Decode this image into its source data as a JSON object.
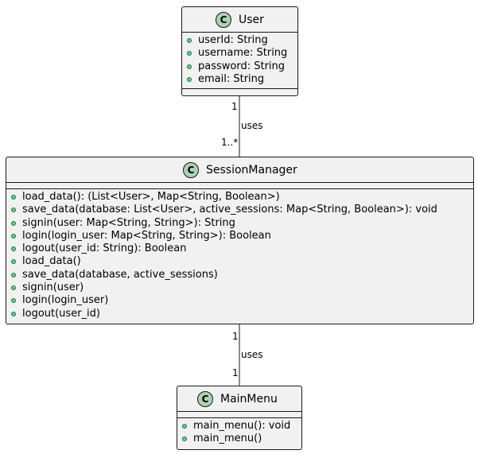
{
  "classes": {
    "user": {
      "stereotype": "C",
      "name": "User",
      "attributes": [
        "userId: String",
        "username: String",
        "password: String",
        "email: String"
      ],
      "methods": []
    },
    "session_manager": {
      "stereotype": "C",
      "name": "SessionManager",
      "attributes": [],
      "methods": [
        "load_data(): (List<User>, Map<String, Boolean>)",
        "save_data(database: List<User>, active_sessions: Map<String, Boolean>): void",
        "signin(user: Map<String, String>): String",
        "login(login_user: Map<String, String>): Boolean",
        "logout(user_id: String): Boolean",
        "load_data()",
        "save_data(database, active_sessions)",
        "signin(user)",
        "login(login_user)",
        "logout(user_id)"
      ]
    },
    "main_menu": {
      "stereotype": "C",
      "name": "MainMenu",
      "attributes": [],
      "methods": [
        "main_menu(): void",
        "main_menu()"
      ]
    }
  },
  "relations": {
    "user_session": {
      "label": "uses",
      "from_mult": "1",
      "to_mult": "1..*"
    },
    "session_menu": {
      "label": "uses",
      "from_mult": "1",
      "to_mult": "1"
    }
  },
  "colors": {
    "class_bg": "#f1f1f1",
    "border": "#181818",
    "class_badge": "#add1b2",
    "public_marker_fill": "#84be84",
    "public_marker_border": "#038048"
  }
}
